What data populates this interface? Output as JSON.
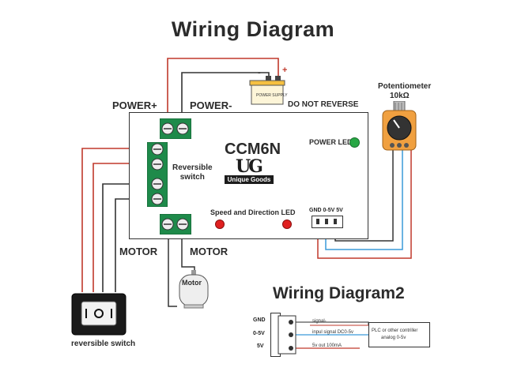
{
  "diagram_1": {
    "title": "Wiring Diagram",
    "board_model": "CCM6N",
    "logo_text": "UG",
    "brand": "Unique Goods",
    "power_plus": "POWER+",
    "power_minus": "POWER-",
    "supply_minus_sign": "-",
    "supply_plus_sign": "+",
    "supply_label": "POWER SUPPLY",
    "do_not_reverse": "DO NOT REVERSE",
    "potentiometer_label": "Potentiometer",
    "potentiometer_value": "10kΩ",
    "power_led": "POWER LED",
    "reversible_switch_board": "Reversible\nswitch",
    "speed_direction_led": "Speed and Direction LED",
    "gnd_label": "GND 0-5V 5V",
    "motor_left": "MOTOR",
    "motor_right": "MOTOR",
    "motor_body": "Motor",
    "switch_label": "reversible switch"
  },
  "diagram_2": {
    "title": "Wiring Diagram2",
    "gnd": "GND",
    "v05": "0-5V",
    "v5": "5V",
    "signal_minus": "signal-",
    "input_signal": "inpul signal DC0-5v",
    "out_5v": "5v out 100mA",
    "plc_line1": "PLC or other contriller",
    "plc_line2": "analog 0-5v"
  },
  "colors": {
    "red_wire": "#c0392b",
    "blue_wire": "#3a9ad9",
    "dark_wire": "#333333",
    "terminal_green": "#1e8a4a",
    "led_red": "#e02020",
    "led_green": "#28a745",
    "pot_orange": "#f0a040"
  }
}
